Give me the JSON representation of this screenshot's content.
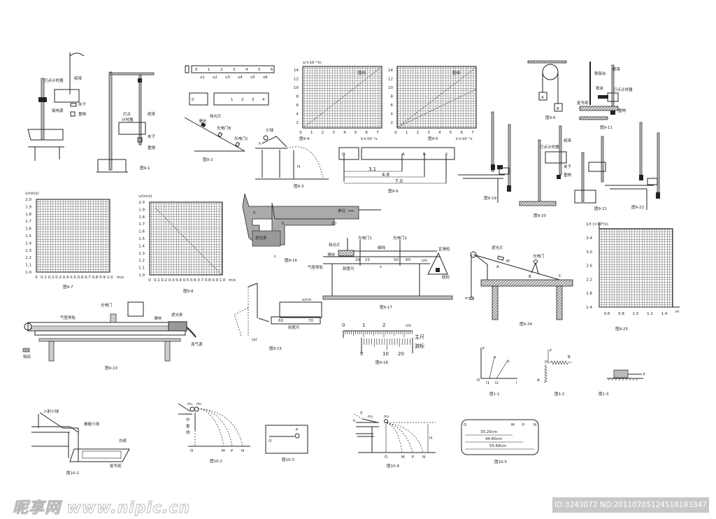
{
  "fig_timer_stand": {
    "labels": [
      "打点计时器",
      "纸带",
      "接电源",
      "夹子",
      "重物"
    ]
  },
  "fig_timer_stand2": {
    "labels": [
      "打点",
      "计时器",
      "纸带",
      "夹子",
      "重锤"
    ],
    "caption": "图9-1"
  },
  "fig_tape": {
    "points": [
      "0",
      "1",
      "2",
      "3",
      "4",
      "5",
      "6"
    ],
    "segments": [
      "x1",
      "x2",
      "x3",
      "x4",
      "x5",
      "x6"
    ]
  },
  "fig_tape2": {
    "points": [
      "0",
      "1",
      "2",
      "3",
      "4"
    ]
  },
  "fig_incline": {
    "labels": [
      "滑块",
      "挡光片",
      "光电门B",
      "光电门C"
    ],
    "caption": "图9-2"
  },
  "fig_table_ball": {
    "labels": [
      "小球",
      "h",
      "H"
    ],
    "caption": "图9-3"
  },
  "graph_a": {
    "y_ticks": [
      "14",
      "12",
      "10",
      "8",
      "6",
      "4",
      "2"
    ],
    "x_ticks": [
      "0",
      "1",
      "2",
      "3",
      "4",
      "5",
      "6",
      "7"
    ],
    "ylabel": "s/×10⁻²m",
    "xlabel": "t/×10⁻¹s",
    "legend": "图线",
    "caption": "图9-4"
  },
  "graph_b": {
    "y_ticks": [
      "14",
      "12",
      "10",
      "8",
      "6",
      "4",
      "2"
    ],
    "x_ticks": [
      "0",
      "1",
      "2",
      "3",
      "4",
      "5",
      "6",
      "7"
    ],
    "xlabel": "t/×10⁻¹s",
    "legend": "图线",
    "caption": "图9-5"
  },
  "fig_tape99": {
    "points": [
      "O",
      "A",
      "B",
      "C"
    ],
    "distances": [
      "3.1",
      "4.8",
      "7.0"
    ],
    "caption": "图9-9"
  },
  "fig_pulley": {
    "labels": [
      "A",
      "B"
    ],
    "caption": "图9-6"
  },
  "fig_stand_right": {
    "labels": [
      "铁架台",
      "纸带",
      "铁夹",
      "打点计时器",
      "复写纸",
      "重物"
    ],
    "caption": "图9-11"
  },
  "fig_stands_row": {
    "captions": [
      "图9-19",
      "图9-20",
      "图9-21",
      "图9-22"
    ],
    "labels": [
      "打点计时器",
      "纸带",
      "夹子",
      "重物"
    ]
  },
  "graph_c": {
    "y_ticks": [
      "2.0",
      "1.9",
      "1.8",
      "1.7",
      "1.6",
      "1.5",
      "1.4",
      "1.3",
      "1.2",
      "1.1",
      "1.0"
    ],
    "x_ticks": [
      "0",
      "0.1",
      "0.2",
      "0.3",
      "0.4",
      "0.5",
      "0.6",
      "0.7",
      "0.8",
      "0.9",
      "1.0"
    ],
    "ylabel": "v/(m/s)",
    "xlabel": "m/s",
    "caption": "图9-7"
  },
  "graph_d": {
    "y_ticks": [
      "2.0",
      "1.9",
      "1.8",
      "1.7",
      "1.6",
      "1.5",
      "1.4",
      "1.3",
      "1.2",
      "1.1",
      "1.0"
    ],
    "x_ticks": [
      "0",
      "0.1",
      "0.2",
      "0.3",
      "0.4",
      "0.5",
      "0.6",
      "0.7",
      "0.8",
      "0.9",
      "1.0"
    ],
    "ylabel": "v/(m/s)",
    "xlabel": "m/s",
    "caption": "图9-8"
  },
  "fig_caliper": {
    "labels": [
      "单位: cm",
      "遮光条",
      "0",
      "0",
      "10",
      "c"
    ],
    "caption": "图9-16"
  },
  "fig_airtrack917": {
    "labels": [
      "挡光片",
      "光电门1",
      "光电门2",
      "细线",
      "定滑轮",
      "滑块",
      "气垫导轨",
      "刻度尺",
      "20",
      "21",
      "50",
      "60",
      "s",
      "cm",
      "砝码"
    ],
    "caption": "图9-17"
  },
  "fig_915": {
    "labels": [
      "x/cm",
      "刻度尺",
      "60",
      "70",
      "(a)"
    ],
    "caption": "图9-15"
  },
  "fig_vernier": {
    "main_ticks": [
      "0",
      "1",
      "2"
    ],
    "unit": "cm",
    "main_label": "主尺",
    "vernier_label": "游标",
    "vernier_ticks": [
      "0",
      "10",
      "20"
    ],
    "caption": "图9-18"
  },
  "fig_924": {
    "labels": [
      "遮光片",
      "光电门",
      "A",
      "B",
      "C",
      "M",
      "m"
    ],
    "caption": "图9-24"
  },
  "graph_925": {
    "y_ticks": [
      "3.4",
      "3.0",
      "2.6",
      "2.2",
      "1.8",
      "1.4"
    ],
    "x_ticks": [
      "0.6",
      "0.8",
      "1.0",
      "1.2",
      "1.4"
    ],
    "ylabel": "1/t (×10³/s)",
    "xlabel": "m",
    "caption": "图9-25"
  },
  "fig_910": {
    "labels": [
      "光电门",
      "气垫导轨",
      "滑块",
      "遮光条",
      "连气源",
      "钩码"
    ],
    "caption": "图9-10"
  },
  "fig_1_1": {
    "labels": [
      "F",
      "a",
      "b",
      "O",
      "l1",
      "l2",
      "l"
    ],
    "caption": "图1-1"
  },
  "fig_1_2": {
    "labels": [
      "F",
      "O",
      "A",
      "B"
    ],
    "caption": "图1-2"
  },
  "fig_1_3": {
    "labels": [
      "F"
    ],
    "caption": "图1-3"
  },
  "fig_10_1": {
    "labels": [
      "入射小球",
      "被碰小球",
      "白纸",
      "复写纸"
    ],
    "caption": "图10-1"
  },
  "fig_10_2": {
    "labels": [
      "m₁",
      "m₂",
      "中",
      "垂",
      "线",
      "O",
      "M",
      "P",
      "N"
    ],
    "caption": "图10-2"
  },
  "fig_10_3": {
    "labels": [
      "O",
      "P"
    ],
    "caption": "图10-3"
  },
  "fig_10_4": {
    "labels": [
      "S",
      "h",
      "m₁",
      "m₂",
      "H",
      "O",
      "M",
      "P",
      "N"
    ],
    "caption": "图10-4"
  },
  "fig_10_5": {
    "points": [
      "O",
      "M",
      "P",
      "N"
    ],
    "distances": [
      "35.20cm",
      "44.80cm",
      "55.68cm"
    ],
    "caption": "图10-5"
  },
  "watermark": {
    "site": "昵享网 www.nipic.cn",
    "id": "ID:3243072 NO:20110705124518183347"
  }
}
